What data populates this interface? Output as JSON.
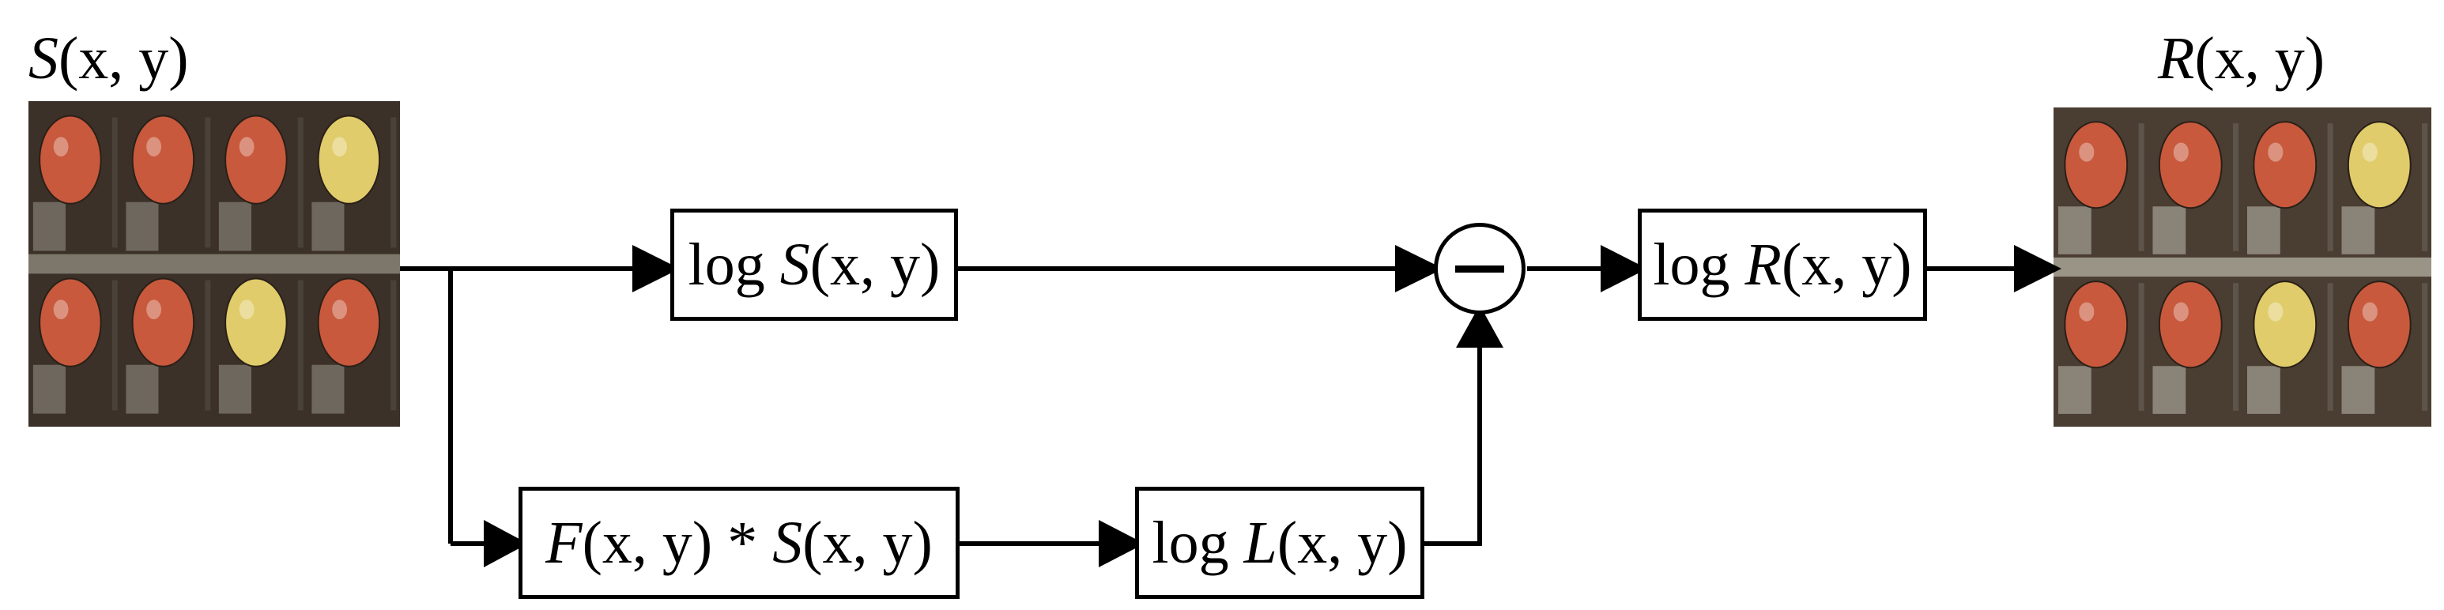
{
  "input": {
    "fn": "S",
    "args": "(x, y)"
  },
  "output": {
    "fn": "R",
    "args": "(x, y)"
  },
  "boxes": {
    "log_s": {
      "prefix": "log ",
      "fn": "S",
      "args": "(x, y)"
    },
    "conv": {
      "f_fn": "F",
      "f_args": "(x, y)",
      "op": " * ",
      "s_fn": "S",
      "s_args": "(x, y)"
    },
    "log_l": {
      "prefix": "log ",
      "fn": "L",
      "args": "(x, y)"
    },
    "log_r": {
      "prefix": "log ",
      "fn": "R",
      "args": "(x, y)"
    }
  },
  "subtract_op": "minus-operator",
  "colors": {
    "stroke": "#000000",
    "cell": "#3b3128",
    "red_apple": "#c8593d",
    "yellow_apple": "#e0cc6a"
  },
  "image_grid": {
    "rows": 2,
    "cols": 4,
    "apple_colors": [
      "red",
      "red",
      "red",
      "yellow",
      "red",
      "red",
      "yellow",
      "red"
    ]
  }
}
